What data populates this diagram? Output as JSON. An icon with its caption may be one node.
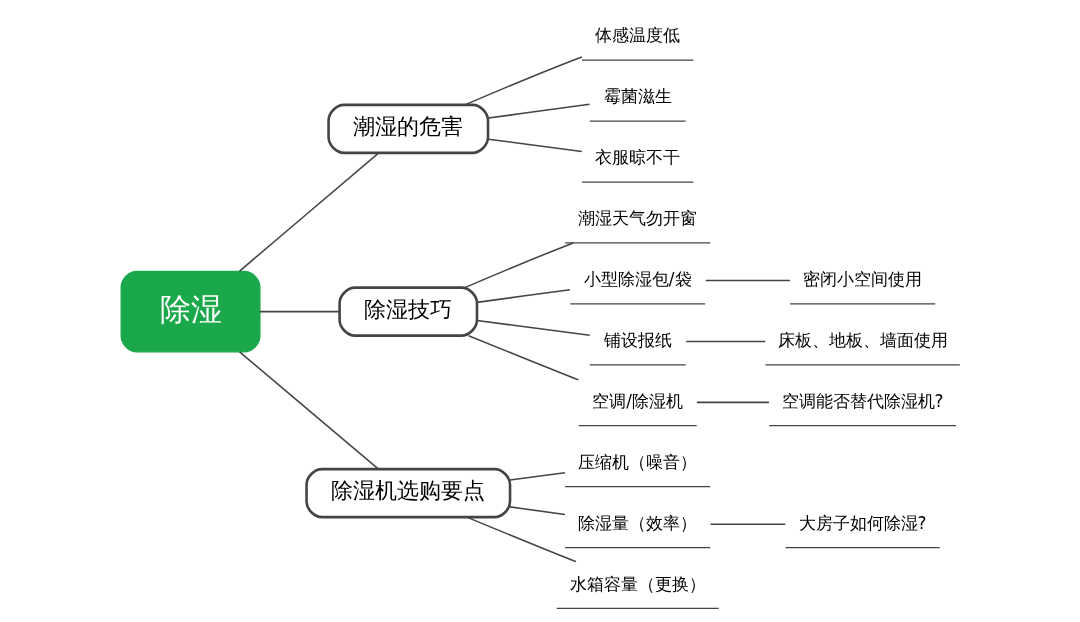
{
  "diagram": {
    "nodes": [
      {
        "text": [
          "除湿"
        ]
      },
      {
        "text": [
          "潮湿的危害"
        ]
      },
      {
        "text": [
          "体感温度低"
        ]
      },
      {
        "text": [
          "霉菌滋生"
        ]
      },
      {
        "text": [
          "衣服晾不干"
        ]
      },
      {
        "text": [
          "除湿技巧"
        ]
      },
      {
        "text": [
          "潮湿天气勿开窗"
        ]
      },
      {
        "text": [
          "小型除湿包/袋"
        ]
      },
      {
        "text": [
          "密闭小空间使用"
        ]
      },
      {
        "text": [
          "铺设报纸"
        ]
      },
      {
        "text": [
          "床板、地板、墙面使用"
        ]
      },
      {
        "text": [
          "空调/除湿机"
        ]
      },
      {
        "text": [
          "空调能否替代除湿机?"
        ]
      },
      {
        "text": [
          "除湿机选购要点"
        ]
      },
      {
        "text": [
          "压缩机（噪音）"
        ]
      },
      {
        "text": [
          "除湿量（效率）"
        ]
      },
      {
        "text": [
          "大房子如何除湿?"
        ]
      },
      {
        "text": [
          "水箱容量（更换）"
        ]
      }
    ],
    "edges": [
      {
        "from": 0,
        "to": 1,
        "arrow": "none"
      },
      {
        "from": 1,
        "to": 2,
        "arrow": "none"
      },
      {
        "from": 1,
        "to": 3,
        "arrow": "none"
      },
      {
        "from": 1,
        "to": 4,
        "arrow": "none"
      },
      {
        "from": 0,
        "to": 5,
        "arrow": "none"
      },
      {
        "from": 5,
        "to": 6,
        "arrow": "none"
      },
      {
        "from": 5,
        "to": 7,
        "arrow": "none"
      },
      {
        "from": 7,
        "to": 8,
        "arrow": "none"
      },
      {
        "from": 5,
        "to": 9,
        "arrow": "none"
      },
      {
        "from": 9,
        "to": 10,
        "arrow": "none"
      },
      {
        "from": 5,
        "to": 11,
        "arrow": "none"
      },
      {
        "from": 11,
        "to": 12,
        "arrow": "none"
      },
      {
        "from": 0,
        "to": 13,
        "arrow": "none"
      },
      {
        "from": 13,
        "to": 14,
        "arrow": "none"
      },
      {
        "from": 13,
        "to": 15,
        "arrow": "none"
      },
      {
        "from": 15,
        "to": 16,
        "arrow": "none"
      },
      {
        "from": 13,
        "to": 17,
        "arrow": "none"
      }
    ]
  }
}
